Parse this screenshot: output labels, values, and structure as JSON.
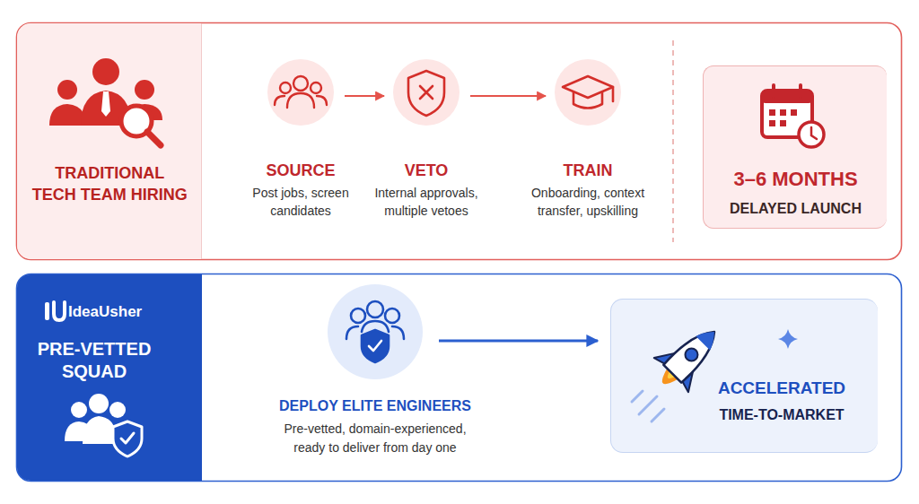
{
  "diagram": {
    "nodes": [
      {
        "text": [
          "TRADITIONAL TECH TEAM HIRING"
        ]
      },
      {
        "text": [
          "SOURCE",
          "Post jobs, screen candidates"
        ]
      },
      {
        "text": [
          "VETO",
          "Internal approvals, multiple vetoes"
        ]
      },
      {
        "text": [
          "TRAIN",
          "Onboarding, context transfer, upskilling"
        ]
      },
      {
        "text": [
          "3–6 MONTHS",
          "DELAYED LAUNCH"
        ]
      },
      {
        "text": [
          "IdeaUsher",
          "PRE-VETTED SQUAD"
        ]
      },
      {
        "text": [
          "DEPLOY ELITE ENGINEERS",
          "Pre-vetted, domain-experienced, ready to deliver from day one"
        ]
      },
      {
        "text": [
          "ACCELERATED",
          "TIME-TO-MARKET"
        ]
      }
    ],
    "edges": [
      {
        "from": 1,
        "to": 2,
        "arrow": "to"
      },
      {
        "from": 2,
        "to": 3,
        "arrow": "to"
      },
      {
        "from": 6,
        "to": 7,
        "arrow": "to"
      }
    ]
  }
}
